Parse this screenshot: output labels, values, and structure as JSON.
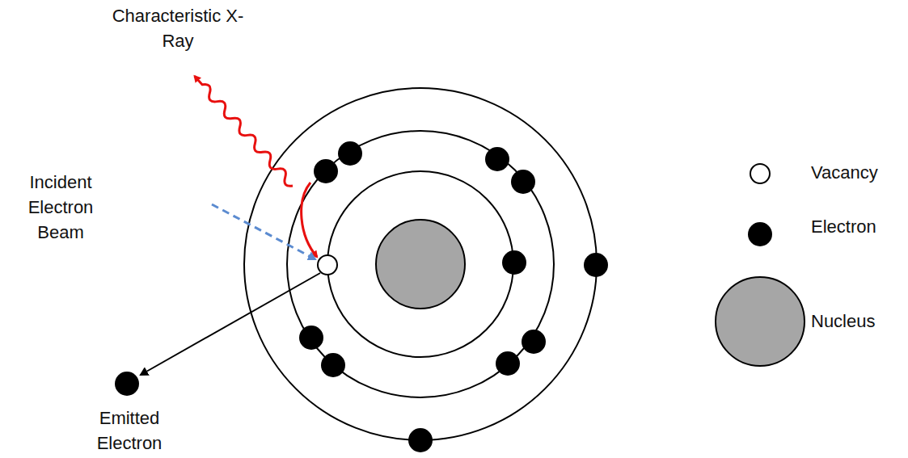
{
  "diagram": {
    "labels": [
      "Characteristic X-Ray",
      "Incident Electron Beam",
      "Emitted Electron"
    ],
    "legend": [
      {
        "text": "Vacancy"
      },
      {
        "text": "Electron"
      },
      {
        "text": "Nucleus"
      }
    ]
  }
}
